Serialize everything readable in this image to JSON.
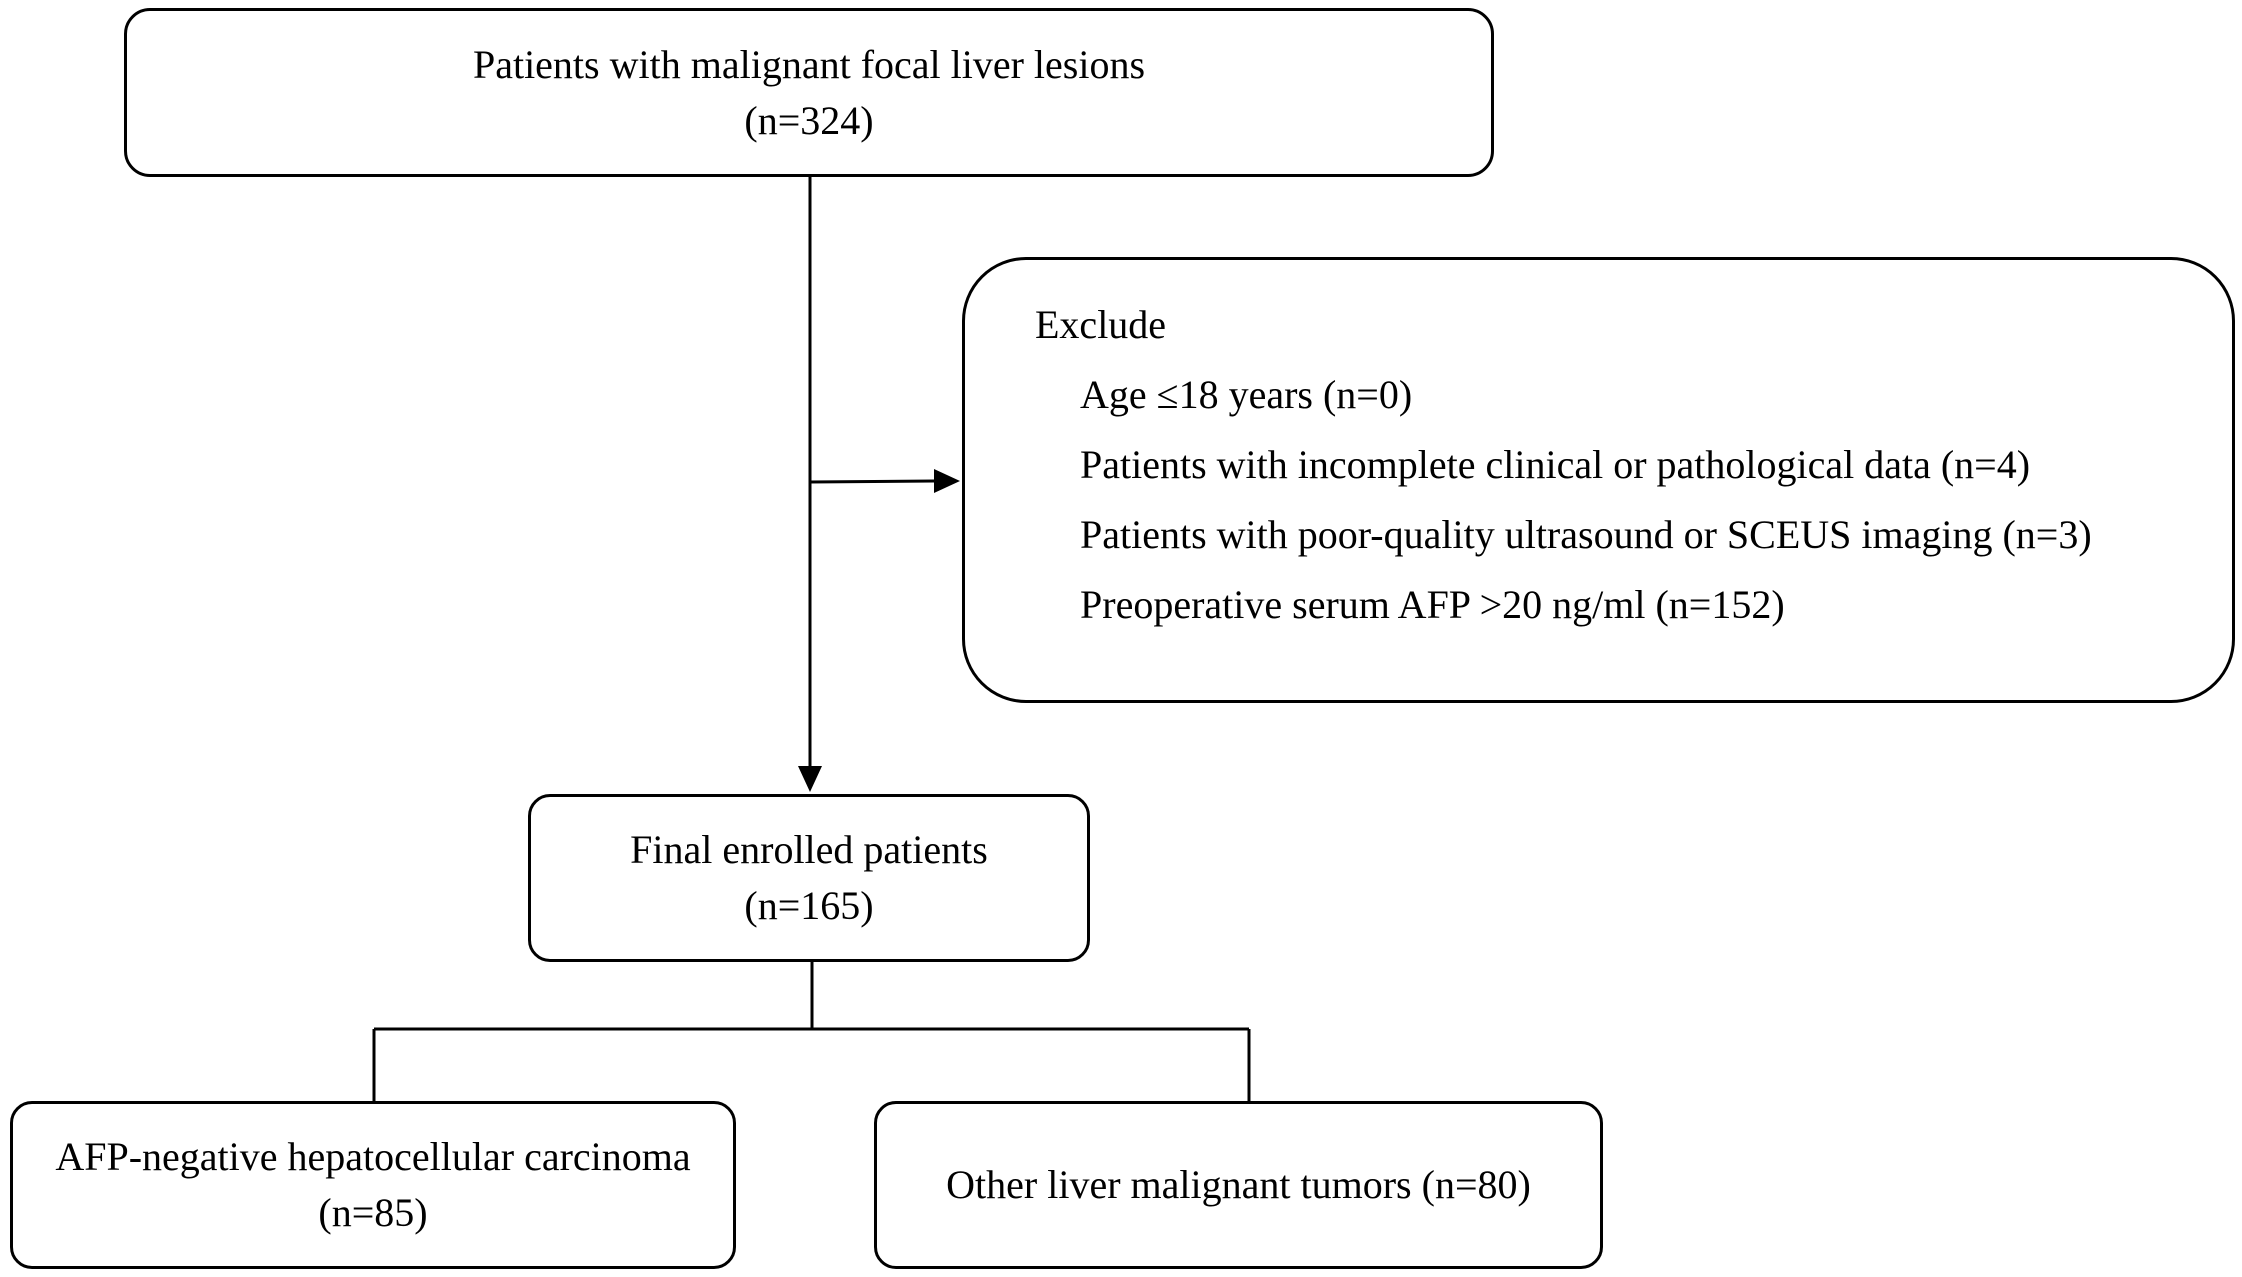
{
  "flowchart": {
    "top_box": {
      "line1": "Patients with malignant focal liver lesions",
      "line2": "(n=324)"
    },
    "exclude_box": {
      "heading": "Exclude",
      "criteria": [
        "Age ≤18 years (n=0)",
        "Patients with incomplete clinical or pathological data (n=4)",
        "Patients with poor-quality ultrasound or SCEUS imaging (n=3)",
        "Preoperative serum AFP >20 ng/ml (n=152)"
      ]
    },
    "final_box": {
      "line1": "Final enrolled patients",
      "line2": "(n=165)"
    },
    "afp_negative_box": {
      "line1": "AFP-negative hepatocellular carcinoma",
      "line2": "(n=85)"
    },
    "other_box": {
      "line1": "Other liver malignant tumors (n=80)"
    }
  },
  "colors": {
    "stroke": "#000000",
    "background": "#ffffff"
  }
}
